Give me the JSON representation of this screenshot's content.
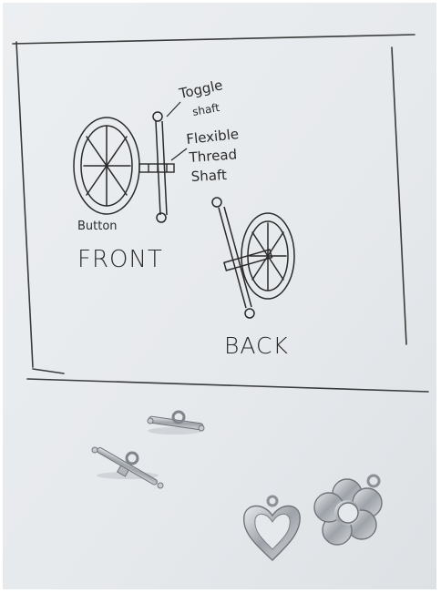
{
  "sketch": {
    "label_toggle_shaft": [
      "Toggle",
      "shaft"
    ],
    "label_flexible_thread_shaft": [
      "Flexible",
      "Thread",
      "Shaft"
    ],
    "label_button": "Button",
    "label_front": "FRONT",
    "label_back": "BACK"
  },
  "colors": {
    "paper": "#e9ecee",
    "pencil": "#2a2a2a",
    "metal": "#b8bcc2",
    "shadow": "#9aa0a6"
  },
  "objects": {
    "charms": [
      "toggle-bar-1",
      "toggle-bar-2",
      "heart-charm",
      "flower-charm"
    ]
  }
}
